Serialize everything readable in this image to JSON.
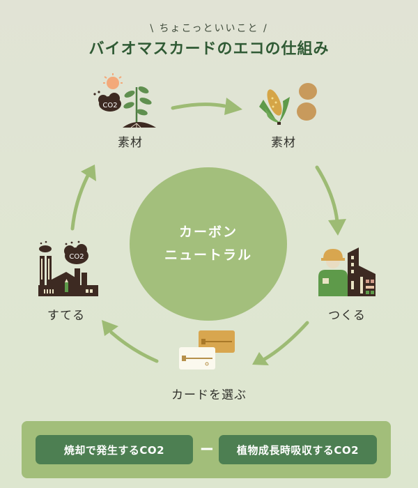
{
  "header": {
    "subtitle": "\\ ちょこっといいこと /",
    "title": "バイオマスカードのエコの仕組み"
  },
  "center": {
    "line1": "カーボン",
    "line2": "ニュートラル"
  },
  "stages": [
    {
      "id": "plant",
      "label": "素材",
      "icon": "plant-co2-sun-icon",
      "badge": "CO2"
    },
    {
      "id": "crops",
      "label": "素材",
      "icon": "corn-potato-icon"
    },
    {
      "id": "make",
      "label": "つくる",
      "icon": "worker-building-icon"
    },
    {
      "id": "choose",
      "label": "カードを選ぶ",
      "icon": "cards-icon"
    },
    {
      "id": "dispose",
      "label": "すてる",
      "icon": "factory-co2-icon",
      "badge": "CO2"
    }
  ],
  "formula": {
    "left": "焼却で発生するCO2",
    "operator": "−",
    "right": "植物成長時吸収するCO2"
  },
  "colors": {
    "background": "#e0e4d4",
    "title": "#2f5a34",
    "circle": "#a3bf7c",
    "arrow": "#9dbb74",
    "panel": "#a2be7a",
    "formula_box": "#4d7f52",
    "dark_brown": "#3d2a22"
  }
}
